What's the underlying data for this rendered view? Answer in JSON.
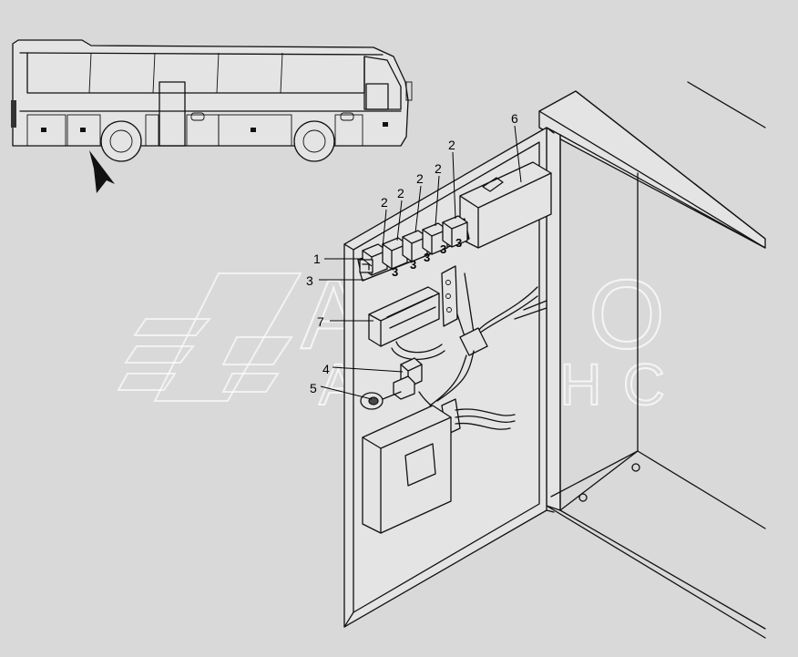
{
  "callouts": [
    {
      "id": "c1",
      "label": "1"
    },
    {
      "id": "c3",
      "label": "3"
    },
    {
      "id": "c7",
      "label": "7"
    },
    {
      "id": "c4",
      "label": "4"
    },
    {
      "id": "c5",
      "label": "5"
    },
    {
      "id": "c6",
      "label": "6"
    },
    {
      "id": "c2a",
      "label": "2"
    },
    {
      "id": "c2b",
      "label": "2"
    },
    {
      "id": "c2c",
      "label": "2"
    },
    {
      "id": "c2d",
      "label": "2"
    },
    {
      "id": "c2e",
      "label": "2"
    }
  ],
  "relay_marks": [
    "3",
    "3",
    "3",
    "3",
    "3"
  ],
  "watermark": {
    "line1": "АВТО",
    "line2": "АЛЬЯНС"
  },
  "colors": {
    "background": "#d9d9d9",
    "line": "#111111"
  }
}
